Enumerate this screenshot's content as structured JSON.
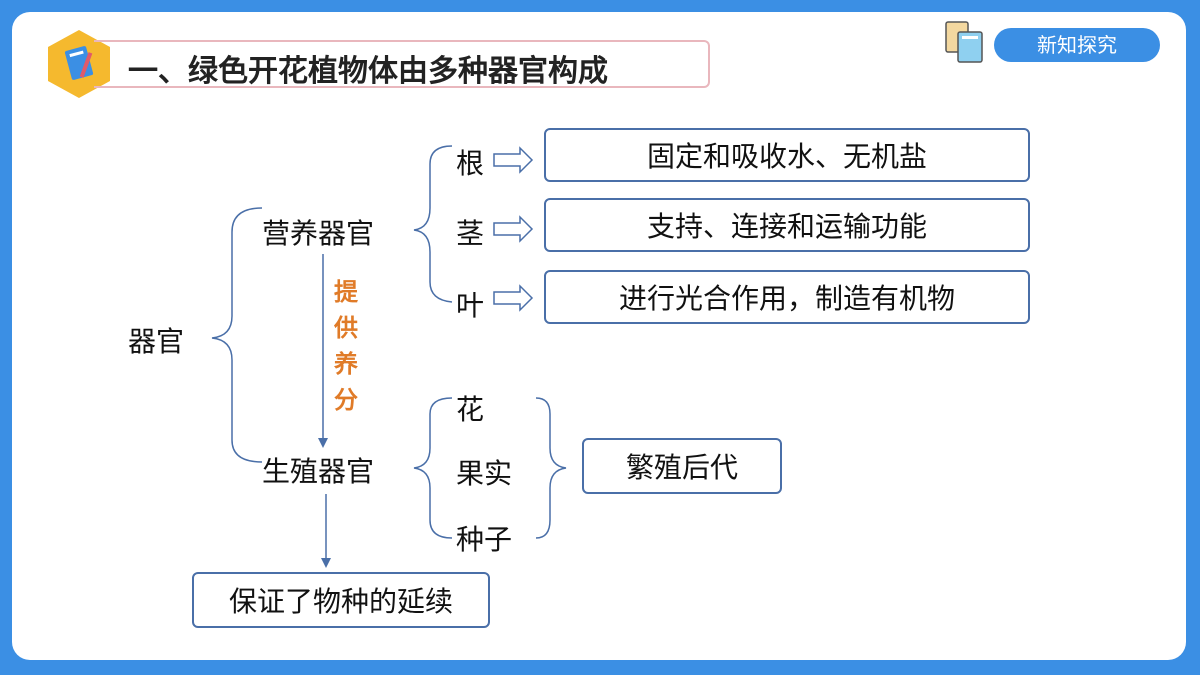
{
  "header": {
    "title": "一、绿色开花植物体由多种器官构成",
    "badge": "新知探究"
  },
  "diagram": {
    "root": "器官",
    "vegetative": "营养器官",
    "reproductive": "生殖器官",
    "supply_label": [
      "提",
      "供",
      "养",
      "分"
    ],
    "veg_organs": [
      {
        "organ": "根",
        "function": "固定和吸收水、无机盐"
      },
      {
        "organ": "茎",
        "function": "支持、连接和运输功能"
      },
      {
        "organ": "叶",
        "function": "进行光合作用，制造有机物"
      }
    ],
    "rep_organs": [
      "花",
      "果实",
      "种子"
    ],
    "rep_function": "繁殖后代",
    "conclusion": "保证了物种的延续"
  },
  "colors": {
    "frame": "#3b8fe4",
    "line": "#4a6fa8",
    "supply": "#e07b28",
    "hex": "#f5b92e"
  }
}
